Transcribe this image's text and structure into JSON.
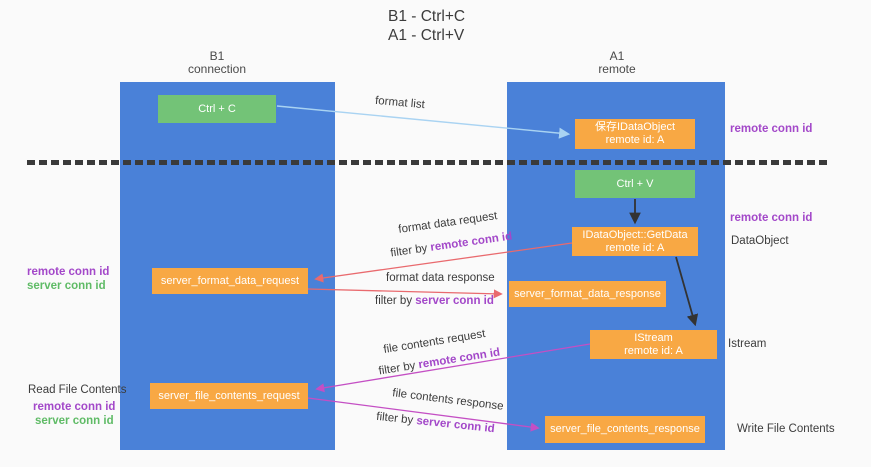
{
  "title": {
    "line1": "B1 - Ctrl+C",
    "line2": "A1 - Ctrl+V"
  },
  "lanes": {
    "left": {
      "name": "B1",
      "role": "connection"
    },
    "right": {
      "name": "A1",
      "role": "remote"
    }
  },
  "boxes": {
    "ctrl_c": {
      "label": "Ctrl + C"
    },
    "ctrl_v": {
      "label": "Ctrl + V"
    },
    "save_idataobject": {
      "line1": "保存IDataObject",
      "line2": "remote id: A"
    },
    "idataobject_getdata": {
      "line1": "IDataObject::GetData",
      "line2": "remote id: A"
    },
    "istream": {
      "line1": "IStream",
      "line2": "remote id: A"
    },
    "server_format_data_request": {
      "label": "server_format_data_request"
    },
    "server_format_data_response": {
      "label": "server_format_data_response"
    },
    "server_file_contents_request": {
      "label": "server_file_contents_request"
    },
    "server_file_contents_response": {
      "label": "server_file_contents_response"
    }
  },
  "arrows": {
    "format_list": "format list",
    "format_data_request": "format data request",
    "format_data_response": "format data response",
    "file_contents_request": "file contents request",
    "file_contents_response": "file contents response",
    "filter_by": "filter by",
    "remote_conn_id": "remote conn id",
    "server_conn_id": "server conn id"
  },
  "side_labels": {
    "remote_conn_id": "remote conn id",
    "server_conn_id": "server conn id",
    "dataobject": "DataObject",
    "istream": "Istream",
    "read_file_contents": "Read File Contents",
    "write_file_contents": "Write File Contents"
  },
  "colors": {
    "bg": "#fafafa",
    "lane_blue": "#4a81d8",
    "box_green": "#73c377",
    "box_orange": "#f8a844",
    "arrow_blue": "#a9d3f2",
    "arrow_black": "#333333",
    "arrow_red": "#e96a6e",
    "arrow_magenta": "#c44fc4",
    "text_purple": "#a348c9",
    "text_green": "#5fbb66",
    "text_dark": "#3c3c3c"
  }
}
